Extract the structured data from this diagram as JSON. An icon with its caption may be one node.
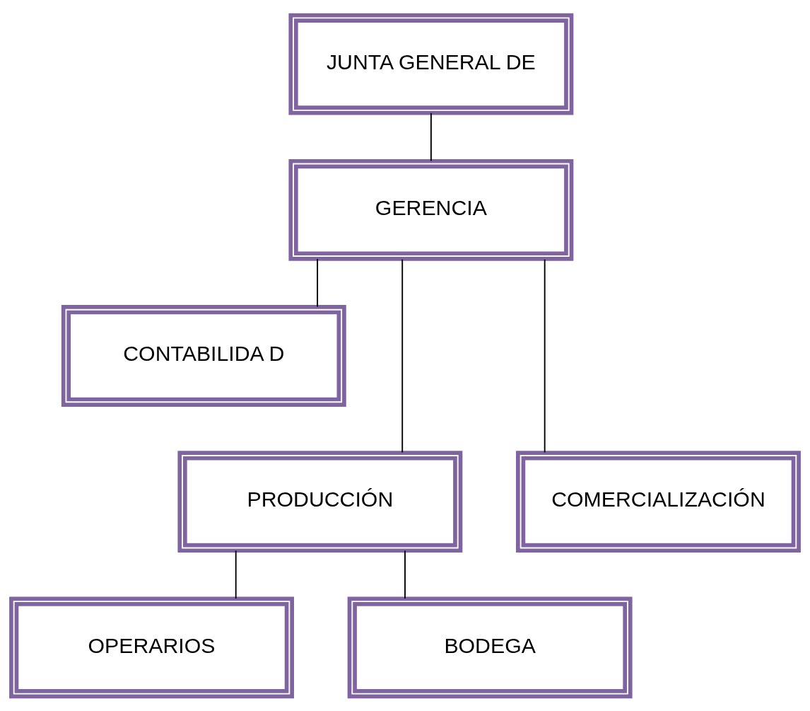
{
  "diagram": {
    "nodes": [
      {
        "text": [
          "JUNTA GENERAL DE"
        ]
      },
      {
        "text": [
          "GERENCIA"
        ]
      },
      {
        "text": [
          "CONTABILIDA D"
        ]
      },
      {
        "text": [
          "PRODUCCIÓN"
        ]
      },
      {
        "text": [
          "COMERCIALIZACIÓN"
        ]
      },
      {
        "text": [
          "OPERARIOS"
        ]
      },
      {
        "text": [
          "BODEGA"
        ]
      }
    ],
    "edges": [
      {
        "from": 0,
        "to": 1,
        "arrow": "none"
      },
      {
        "from": 1,
        "to": 2,
        "arrow": "none"
      },
      {
        "from": 1,
        "to": 3,
        "arrow": "none"
      },
      {
        "from": 1,
        "to": 4,
        "arrow": "none"
      },
      {
        "from": 3,
        "to": 5,
        "arrow": "none"
      },
      {
        "from": 3,
        "to": 6,
        "arrow": "none"
      }
    ]
  }
}
